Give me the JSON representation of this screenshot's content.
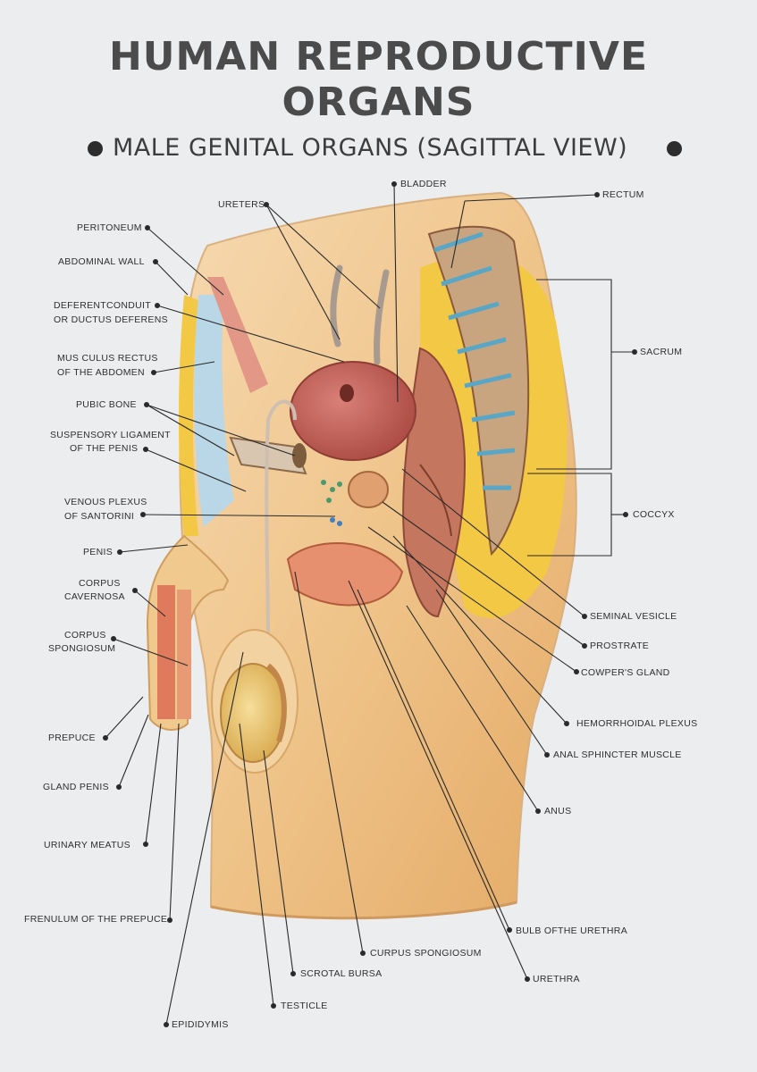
{
  "title": {
    "line1": "HUMAN REPRODUCTIVE",
    "line2": "ORGANS",
    "subtitle": "MALE GENITAL  ORGANS (SAGITTAL VIEW)"
  },
  "labels": {
    "bladder": "BLADDER",
    "rectum": "RECTUM",
    "ureters": "URETERS",
    "peritoneum": "PERITONEUM",
    "abdominal_wall": "ABDOMINAL WALL",
    "deferent_conduit_1": "DEFERENTCONDUIT",
    "deferent_conduit_2": "OR DUCTUS DEFERENS",
    "musculus_rectus_1": "MUS CULUS RECTUS",
    "musculus_rectus_2": "OF THE ABDOMEN",
    "pubic_bone": "PUBIC BONE",
    "suspensory_ligament_1": "SUSPENSORY LIGAMENT",
    "suspensory_ligament_2": "OF THE PENIS",
    "venous_plexus_1": "VENOUS PLEXUS",
    "venous_plexus_2": "OF SANTORINI",
    "penis": "PENIS",
    "corpus_cavernosa_1": "CORPUS",
    "corpus_cavernosa_2": "CAVERNOSA",
    "corpus_spongiosum_1": "CORPUS",
    "corpus_spongiosum_2": "SPONGIOSUM",
    "prepuce": "PREPUCE",
    "gland_penis": "GLAND PENIS",
    "urinary_meatus": "URINARY MEATUS",
    "frenulum": "FRENULUM OF THE PREPUCE",
    "epididymis": "EPIDIDYMIS",
    "testicle": "TESTICLE",
    "scrotal_bursa": "SCROTAL BURSA",
    "curpus_spongiosum": "CURPUS SPONGIOSUM",
    "urethra": "URETHRA",
    "bulb_urethra": "BULB OFTHE URETHRA",
    "anus": "ANUS",
    "anal_sphincter": "ANAL SPHINCTER MUSCLE",
    "hemorrhoidal_plexus": "HEMORRHOIDAL PLEXUS",
    "cowpers_gland": "COWPER'S GLAND",
    "prostrate": "PROSTRATE",
    "seminal_vesicle": "SEMINAL VESICLE",
    "coccyx": "COCCYX",
    "sacrum": "SACRUM"
  },
  "colors": {
    "background": "#ecedef",
    "skin": "#f0c98f",
    "fat": "#f2c845",
    "muscle": "#e6a08f",
    "bladder": "#c9625f",
    "bone": "#d8c6b0",
    "leader_line": "#2a2a2a"
  }
}
